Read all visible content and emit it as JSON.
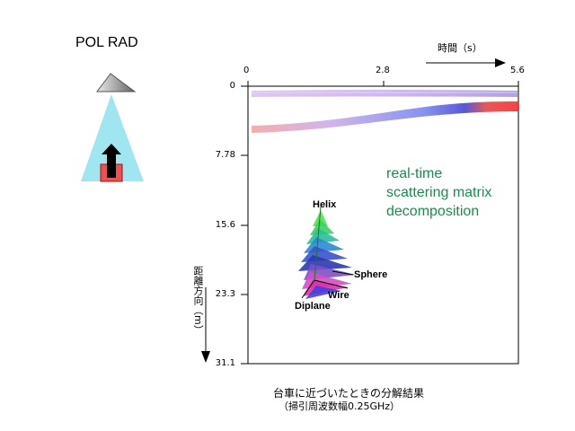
{
  "radar": {
    "title": "POL RAD"
  },
  "axes": {
    "x_label": "時間（s）",
    "x_ticks": [
      "0",
      "2.8",
      "5.6"
    ],
    "y_label": "距離方向（m）",
    "y_ticks": [
      "0",
      "7.78",
      "15.6",
      "23.3",
      "31.1"
    ]
  },
  "annotation": {
    "line1": "real-time",
    "line2": "scattering matrix",
    "line3": "decomposition"
  },
  "scatterers": {
    "helix": "Helix",
    "sphere": "Sphere",
    "wire": "Wire",
    "diplane": "Diplane"
  },
  "caption": {
    "line1": "台車に近づいたときの分解結果",
    "line2": "（掃引周波数幅0.25GHz）"
  },
  "colors": {
    "cone": "#9fe6f0",
    "target": "#f05050",
    "accent_text": "#12924a",
    "track_red": "#e53030",
    "track_blue": "#4040d0"
  }
}
